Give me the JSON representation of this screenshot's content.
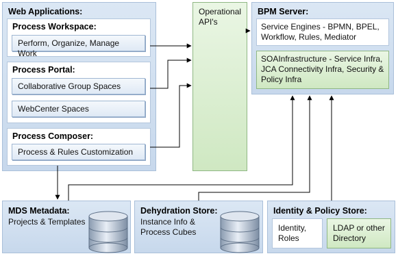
{
  "web_apps": {
    "title": "Web Applications:",
    "workspace": {
      "title": "Process Workspace:",
      "item": "Perform, Organize, Manage Work"
    },
    "portal": {
      "title": "Process Portal:",
      "items": [
        "Collaborative Group Spaces",
        "WebCenter Spaces"
      ]
    },
    "composer": {
      "title": "Process Composer:",
      "item": "Process & Rules Customization"
    }
  },
  "operational_apis": {
    "label": "Operational API's"
  },
  "bpm_server": {
    "title": "BPM Server:",
    "engines": "Service Engines - BPMN, BPEL, Workflow, Rules, Mediator",
    "soa": "SOAInfrastructure - Service Infra, JCA Connectivity Infra, Security & Policy Infra"
  },
  "mds": {
    "title": "MDS Metadata:",
    "subtitle": "Projects & Templates"
  },
  "dehydration": {
    "title": "Dehydration Store:",
    "subtitle": "Instance Info & Process Cubes"
  },
  "identity": {
    "title": "Identity & Policy Store:",
    "identity_roles": "Identity, Roles",
    "ldap": "LDAP or other Directory"
  },
  "colors": {
    "container": "#c7d8ec",
    "api_green": "#cfe8c2",
    "border": "#a9bfd9"
  }
}
